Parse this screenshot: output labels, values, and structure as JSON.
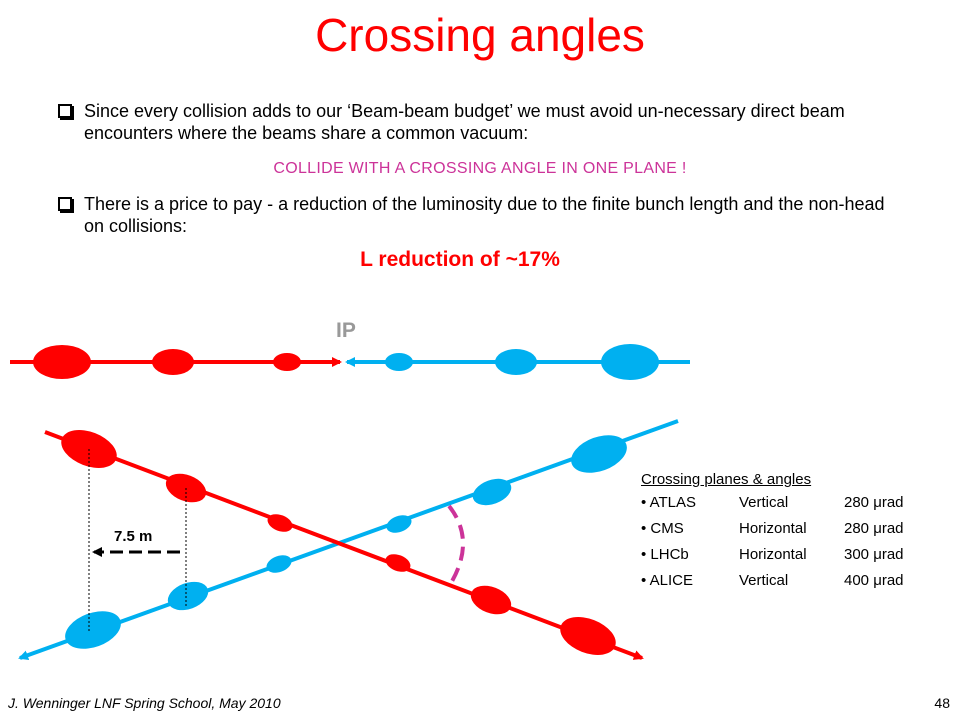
{
  "slide": {
    "title": "Crossing angles",
    "bullet1": "Since every collision adds to our ‘Beam-beam budget’ we must avoid un-necessary direct beam encounters where the beams share a common vacuum:",
    "collide_text": "COLLIDE WITH A CROSSING ANGLE  IN ONE PLANE !",
    "bullet2": "There is a price to pay - a reduction of the luminosity due to the finite bunch length and the non-head on collisions:",
    "l_reduction": "L reduction of ~17%",
    "ip_label": "IP",
    "distance_label": "7.5 m",
    "table": {
      "header": "Crossing planes & angles",
      "rows": [
        {
          "experiment": "• ATLAS",
          "plane": "Vertical",
          "angle": "280 μrad"
        },
        {
          "experiment": "• CMS",
          "plane": "Horizontal",
          "angle": "280 μrad"
        },
        {
          "experiment": "• LHCb",
          "plane": "Horizontal",
          "angle": "300 μrad"
        },
        {
          "experiment": "• ALICE",
          "plane": "Vertical",
          "angle": "400 μrad"
        }
      ]
    },
    "footer_left": "J. Wenninger LNF Spring School, May 2010",
    "page_number": "48"
  },
  "colors": {
    "title": "#ff0000",
    "red_beam": "#ff0000",
    "blue_beam": "#00b0f0",
    "crossing_arc": "#cc3399",
    "collide_text": "#cc3399",
    "ip_label": "#999999"
  }
}
